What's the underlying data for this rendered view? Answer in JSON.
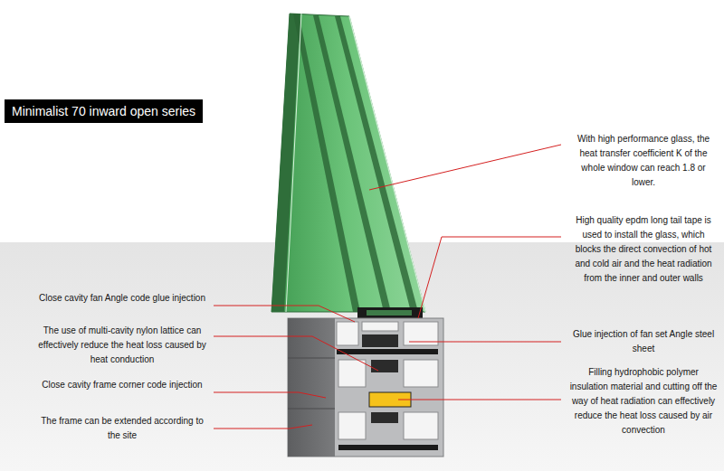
{
  "diagram": {
    "title": "Minimalist 70 inward open series",
    "labels": [
      "With high performance glass, the heat transfer coefficient K of the whole window can reach 1.8 or lower.",
      "High quality epdm long tail tape is used to install the glass, which blocks the direct convection of hot and cold air and the heat radiation from the inner and outer walls",
      "Glue injection of fan set Angle steel sheet",
      "Filling hydrophobic polymer insulation material and cutting off the way of heat radiation can effectively reduce the heat loss caused by air convection",
      "Close cavity fan Angle code glue injection",
      "The use of multi-cavity nylon lattice can effectively reduce the heat loss caused by heat conduction",
      "Close cavity frame corner code injection",
      "The frame can be extended according to the site"
    ]
  }
}
